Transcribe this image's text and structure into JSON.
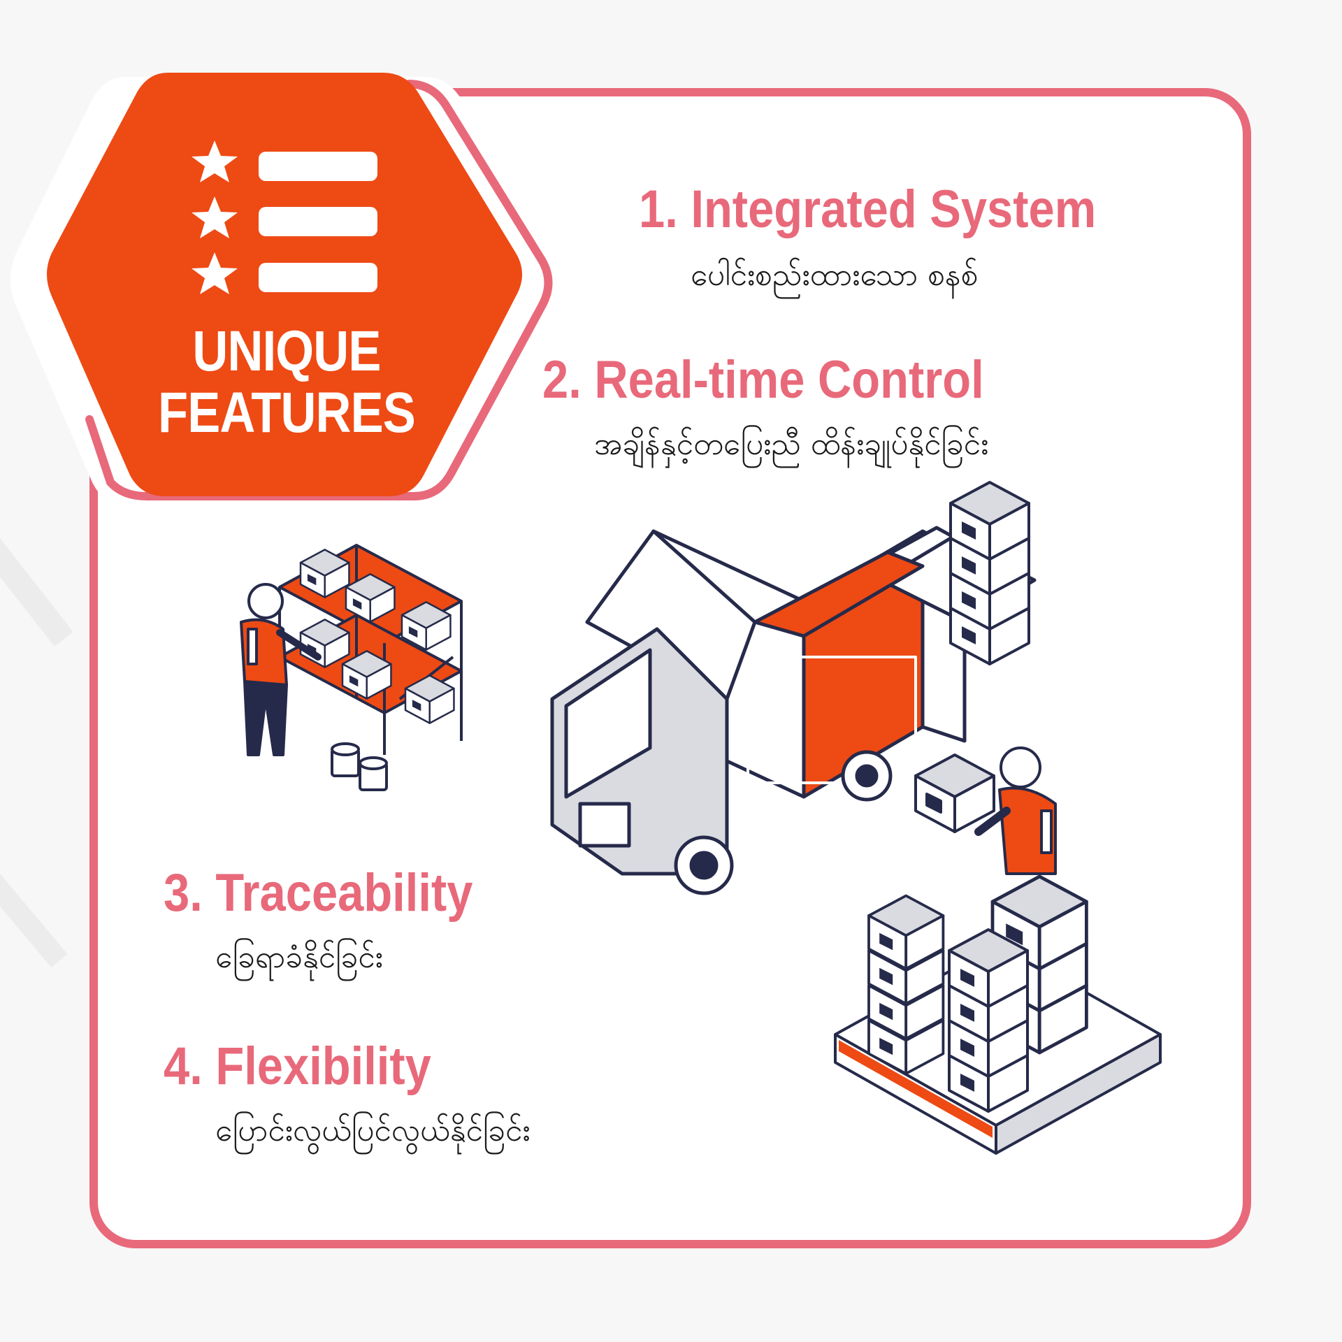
{
  "colors": {
    "accent_orange": "#ee4a14",
    "accent_pink": "#e8697a",
    "navy_line": "#262a4a",
    "light_gray": "#d9dbe0",
    "white": "#ffffff"
  },
  "badge": {
    "line1": "UNIQUE",
    "line2": "FEATURES",
    "icon": "star-list-icon"
  },
  "features": [
    {
      "title": "1. Integrated System",
      "subtitle": "ပေါင်းစည်းထားသော စနစ်"
    },
    {
      "title": "2. Real-time Control",
      "subtitle": "အချိန်နှင့်တပြေးညီ ထိန်းချုပ်နိုင်ခြင်း"
    },
    {
      "title": "3. Traceability",
      "subtitle": "ခြေရာခံနိုင်ခြင်း"
    },
    {
      "title": "4. Flexibility",
      "subtitle": "ပြောင်းလွယ်ပြင်လွယ်နိုင်ခြင်း"
    }
  ],
  "illustrations": [
    "warehouse-shelf-worker",
    "delivery-truck",
    "worker-carrying-box",
    "boxes-on-pallet"
  ]
}
